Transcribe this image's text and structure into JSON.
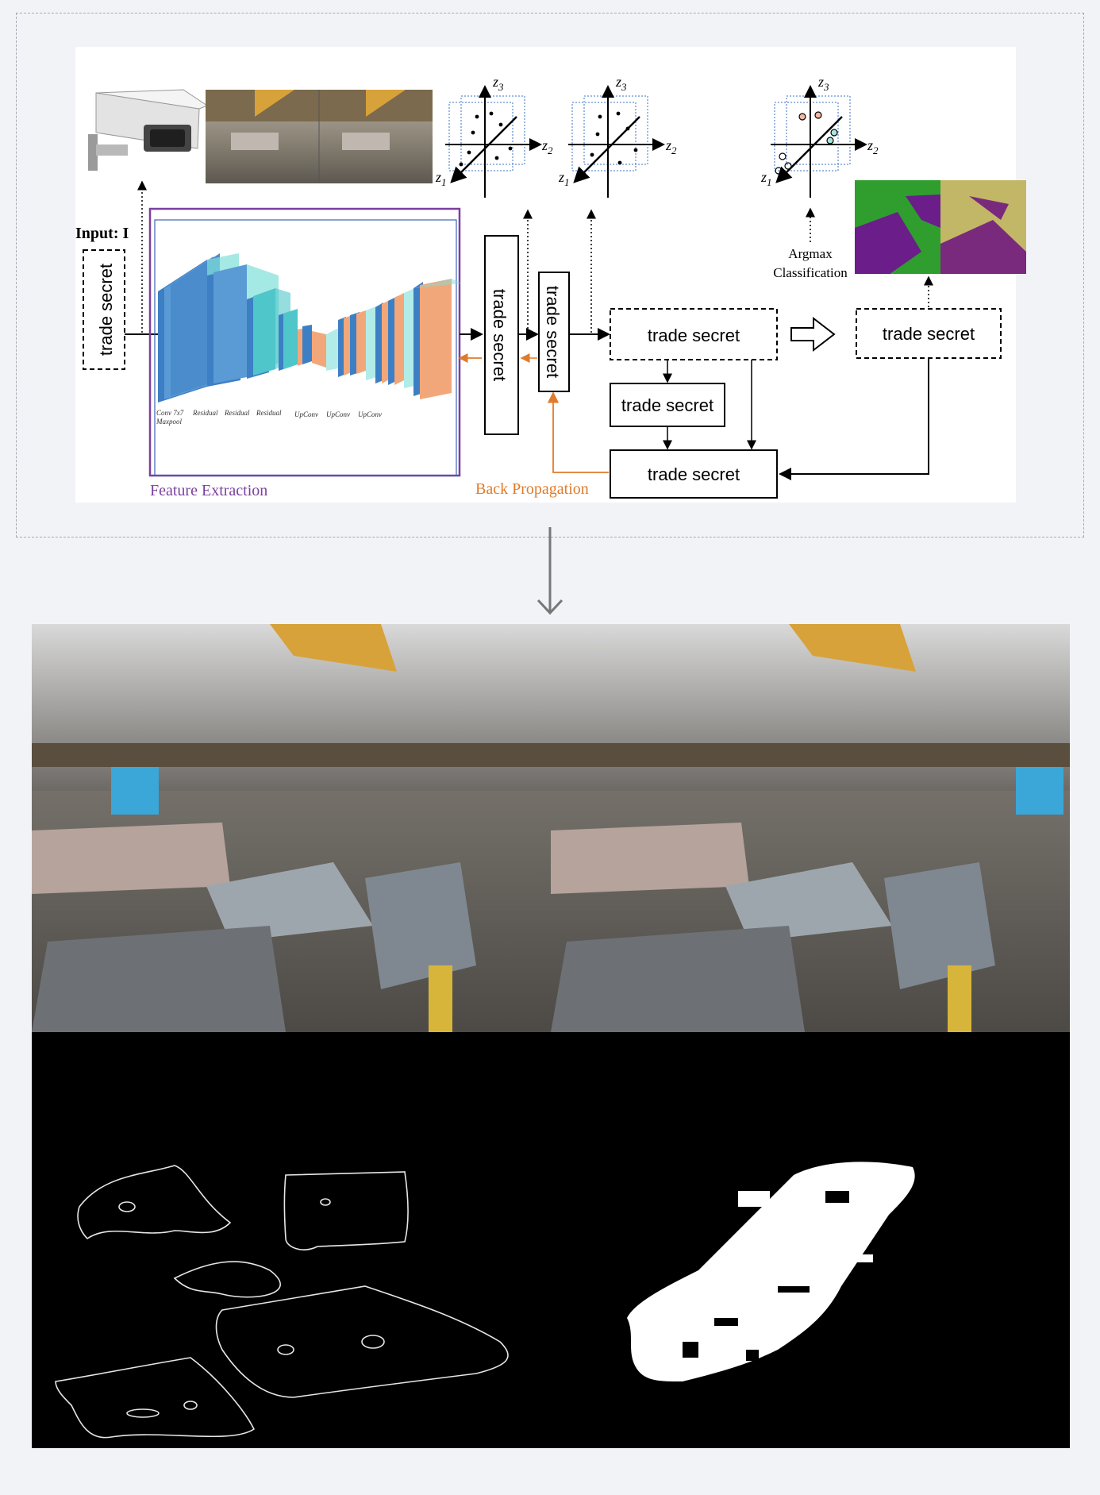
{
  "diagram": {
    "input_label": "Input: I",
    "blocks": {
      "input_block": "trade secret",
      "block_a": "trade secret",
      "block_b": "trade secret",
      "block_c": "trade secret",
      "block_d": "trade secret",
      "block_e": "trade secret",
      "block_f": "trade secret"
    },
    "layer_labels": [
      "Conv 7x7",
      "Maxpool",
      "Residual",
      "Residual",
      "Residual",
      "UpConv",
      "UpConv",
      "UpConv"
    ],
    "feature_extraction_label": "Feature Extraction",
    "back_propagation_label": "Back Propagation",
    "argmax_label_line1": "Argmax",
    "argmax_label_line2": "Classification",
    "axes": {
      "z1": "z",
      "z1_sub": "1",
      "z2": "z",
      "z2_sub": "2",
      "z3": "z",
      "z3_sub": "3"
    },
    "colors": {
      "feature_box": "#7b3fa0",
      "back_prop": "#e07b2c",
      "layer_blue": "#3d7fc4",
      "layer_cyan": "#4fc6c9",
      "layer_orange": "#f2a77a"
    },
    "icons": [
      "security-camera-icon",
      "right-hollow-arrow-icon"
    ]
  },
  "photos": {
    "description_icons": [
      "factory-photo-left",
      "factory-photo-right"
    ]
  },
  "masks": {
    "left": "edge-contour-mask",
    "right": "binary-segmentation-mask"
  }
}
